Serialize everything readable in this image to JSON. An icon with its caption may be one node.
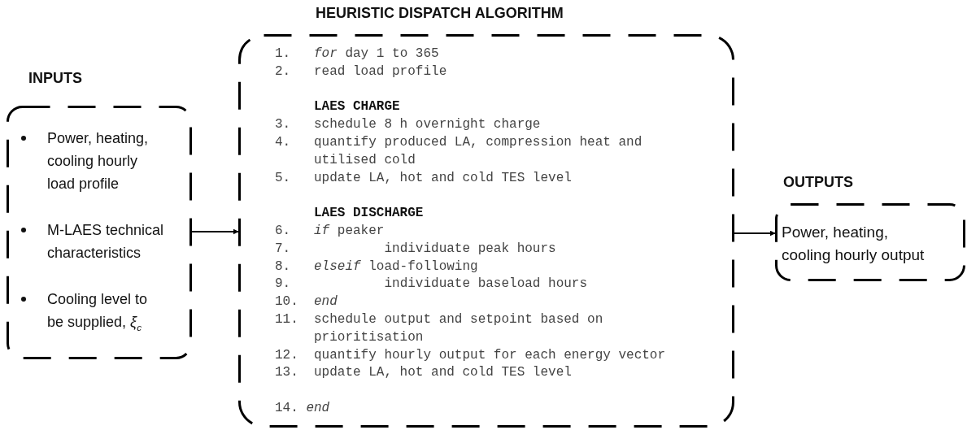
{
  "diagram": {
    "nodes": [
      {
        "text": [
          "INPUTS",
          "Power, heating, cooling hourly load profile",
          "M-LAES technical characteristics",
          "Cooling level to be supplied, *ξ*$_{c}$"
        ]
      },
      {
        "text": [
          "HEURISTIC DISPATCH ALGORITHM",
          "1. *for* day 1 to 365",
          "2. read load profile",
          "LAES CHARGE",
          "3. schedule 8 h overnight charge",
          "4. quantify produced LA, compression heat and utilised cold",
          "5. update LA, hot and cold TES level",
          "LAES DISCHARGE",
          "6. *if* peaker",
          "7. individuate peak hours",
          "8. *elseif* load-following",
          "9. individuate baseload hours",
          "10. *end*",
          "11. schedule output and setpoint based on prioritisation",
          "12. quantify hourly output for each energy vector",
          "13. update LA, hot and cold TES level",
          "14. *end*"
        ]
      },
      {
        "text": [
          "OUTPUTS",
          "Power, heating, cooling hourly output"
        ]
      }
    ],
    "edges": [
      {
        "from": 0,
        "to": 1,
        "arrow": "to"
      },
      {
        "from": 1,
        "to": 2,
        "arrow": "to"
      }
    ]
  }
}
